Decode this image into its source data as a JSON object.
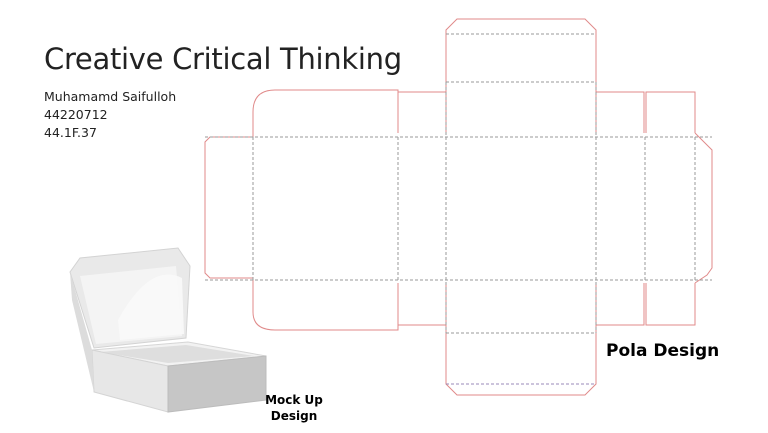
{
  "title": "Creative Critical Thinking",
  "author": {
    "name": "Muhamamd Saifulloh",
    "id": "44220712",
    "class": "44.1F.37"
  },
  "labels": {
    "pattern": "Pola Design",
    "mockup_line1": "Mock Up",
    "mockup_line2": "Design"
  },
  "colors": {
    "cut_line": "#e08a8a",
    "fold_line": "#9a9a9a",
    "background": "#ffffff"
  }
}
